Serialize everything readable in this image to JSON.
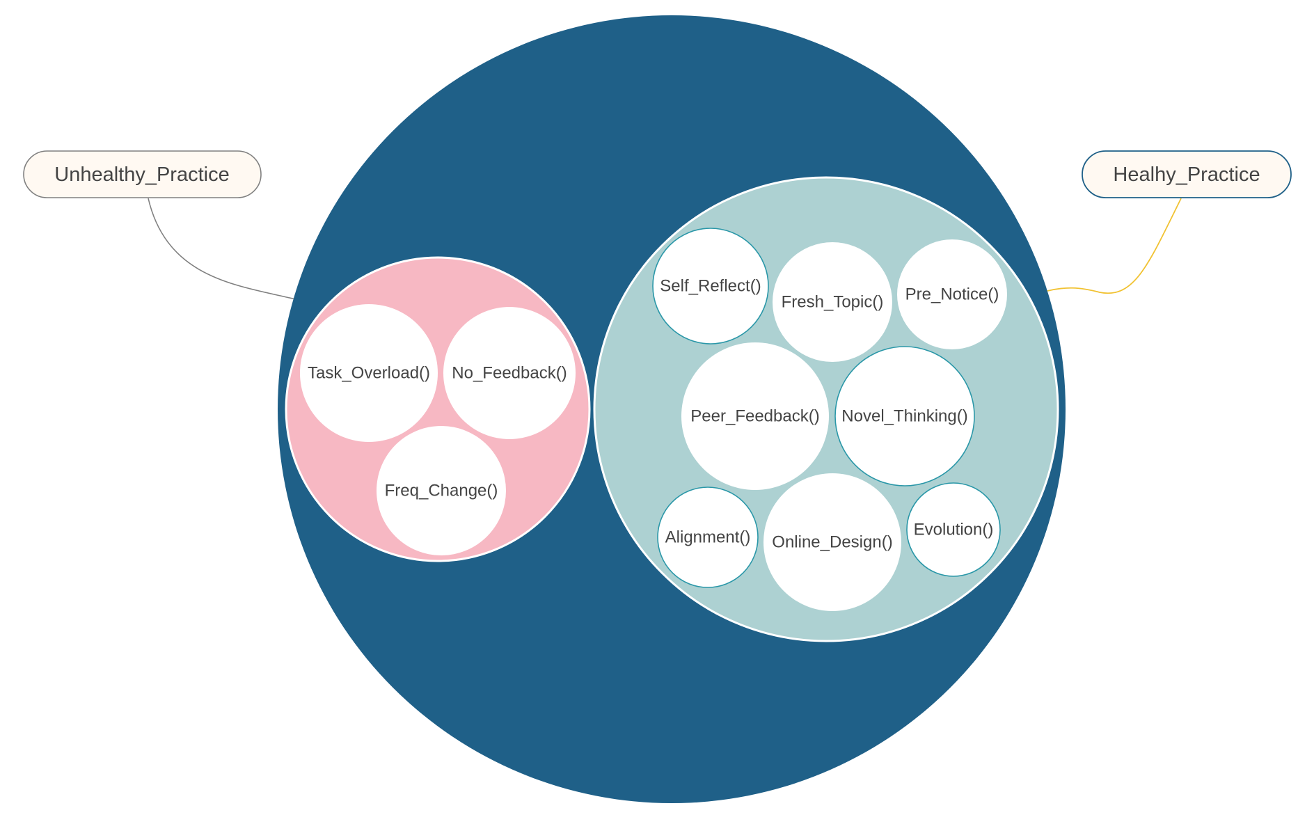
{
  "colors": {
    "outer_circle": "#1f6088",
    "unhealthy_group": "#f7b8c3",
    "healthy_group": "#add1d2",
    "node_fill": "#ffffff",
    "node_border_teal": "#2a97a8",
    "callout_fill": "#fff9f2",
    "unhealthy_connector": "#808080",
    "healthy_connector": "#f1c232",
    "unhealthy_callout_border": "#808080",
    "healthy_callout_border": "#1f6088"
  },
  "callouts": {
    "unhealthy": "Unhealthy_Practice",
    "healthy": "Healhy_Practice"
  },
  "unhealthy_nodes": {
    "task_overload": "Task_Overload()",
    "no_feedback": "No_Feedback()",
    "freq_change": "Freq_Change()"
  },
  "healthy_nodes": {
    "self_reflect": "Self_Reflect()",
    "fresh_topic": "Fresh_Topic()",
    "pre_notice": "Pre_Notice()",
    "peer_feedback": "Peer_Feedback()",
    "novel_thinking": "Novel_Thinking()",
    "alignment": "Alignment()",
    "online_design": "Online_Design()",
    "evolution": "Evolution()"
  }
}
